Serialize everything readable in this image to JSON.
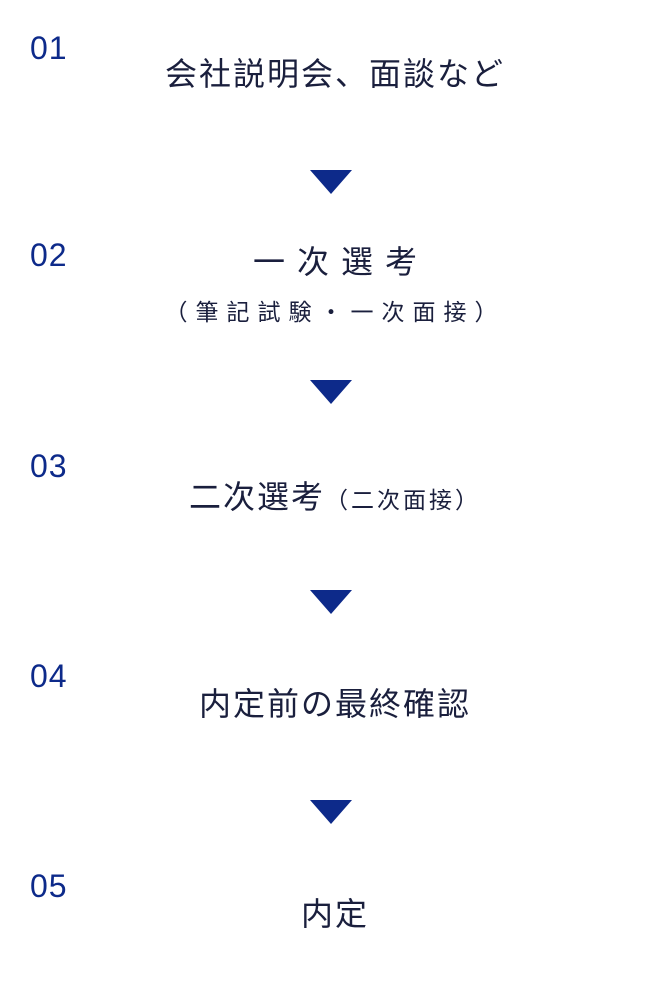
{
  "steps": [
    {
      "number": "01",
      "title": "会社説明会、面談など"
    },
    {
      "number": "02",
      "title": "一次選考",
      "subtitle": "（筆記試験・一次面接）"
    },
    {
      "number": "03",
      "title": "二次選考",
      "subtitle": "（二次面接）"
    },
    {
      "number": "04",
      "title": "内定前の最終確認"
    },
    {
      "number": "05",
      "title": "内定"
    }
  ],
  "arrow_color": "#0d2a8a",
  "number_color": "#0d2a8a",
  "text_color": "#1a1f3d"
}
